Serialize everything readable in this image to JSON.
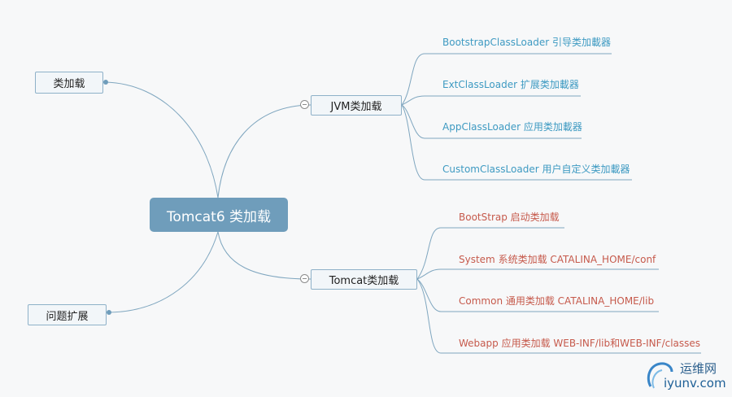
{
  "root": {
    "label": "Tomcat6 类加载"
  },
  "branches": {
    "jvm": {
      "label": "JVM类加载",
      "children": [
        "BootstrapClassLoader 引导类加載器",
        "ExtClassLoader 扩展类加載器",
        "AppClassLoader 应用类加載器",
        "CustomClassLoader 用户自定义类加載器"
      ]
    },
    "tomcat": {
      "label": "Tomcat类加载",
      "children": [
        "BootStrap 启动类加载",
        "System 系统类加载 CATALINA_HOME/conf",
        "Common 通用类加载 CATALINA_HOME/lib",
        "Webapp 应用类加载 WEB-INF/lib和WEB-INF/classes"
      ]
    },
    "left_top": {
      "label": "类加载"
    },
    "left_bottom": {
      "label": "问题扩展"
    }
  },
  "watermark": {
    "top": "运维网",
    "bottom": "iyunv.com"
  },
  "colors": {
    "root_fill": "#6f9dbb",
    "connector": "#7fa6bf",
    "jvm_leaf_text": "#3e9ac2",
    "tomcat_leaf_text": "#c65a4c"
  }
}
